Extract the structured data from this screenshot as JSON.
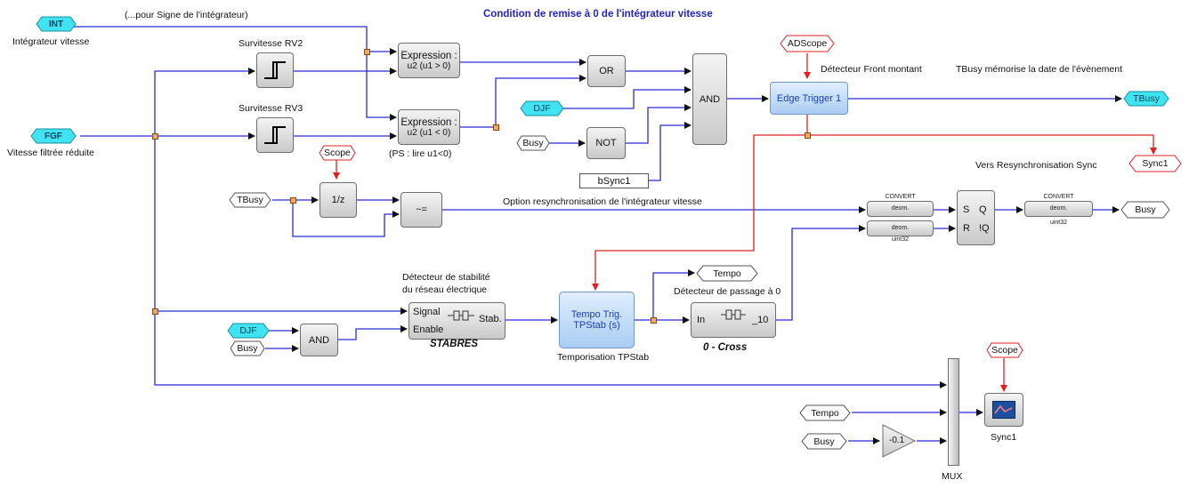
{
  "title": "Condition de remise à 0 de l'intégrateur vitesse",
  "ports": {
    "int": "INT",
    "fgf": "FGF",
    "djf1": "DJF",
    "djf2": "DJF",
    "busy1": "Busy",
    "busy2": "Busy",
    "busy3": "Busy",
    "busy_out": "Busy",
    "tbusy_in": "TBusy",
    "tbusy_out": "TBusy",
    "bsync1": "bSync1",
    "sync1_out": "Sync1",
    "tempo_out": "Tempo",
    "tempo_in": "Tempo",
    "scope1": "Scope",
    "scope2": "Scope",
    "adscope": "ADScope"
  },
  "labels": {
    "int_caption": "Intégrateur vitesse",
    "int_note": "(...pour Signe de l'intégrateur)",
    "fgf_caption": "Vitesse filtrée réduite",
    "rv2": "Survitesse RV2",
    "rv3": "Survitesse RV3",
    "ps_note": "(PS : lire u1<0)",
    "edge_caption": "Détecteur Front montant",
    "tbusy_note": "TBusy mémorise la date de l'évènement",
    "resync_note": "Vers Resynchronisation Sync",
    "option_note": "Option resynchronisation de l'intégrateur vitesse",
    "stab_caption_1": "Détecteur de stabilité",
    "stab_caption_2": "du réseau électrique",
    "stabres": "STABRES",
    "tempo_caption": "Temporisation TPStab",
    "zero_caption": "Détecteur de passage à 0",
    "zero_name": "0 - Cross",
    "mux": "MUX",
    "sync1_scope": "Sync1"
  },
  "blocks": {
    "expr1_title": "Expression :",
    "expr1_sub": "u2 (u1 > 0)",
    "expr2_title": "Expression :",
    "expr2_sub": "u2 (u1 < 0)",
    "or": "OR",
    "and_main": "AND",
    "not": "NOT",
    "edge": "Edge Trigger 1",
    "delay": "1/z",
    "neq": "~=",
    "and_small": "AND",
    "signal": "Signal",
    "enable": "Enable",
    "stab": "Stab.",
    "tempo_1": "Tempo Trig.",
    "tempo_2": "TPStab (s)",
    "zc_in": "In",
    "zc_out": "_10",
    "gain": "-0.1",
    "sr_s": "S",
    "sr_q": "Q",
    "sr_r": "R",
    "sr_nq": "!Q",
    "convert": "CONVERT",
    "conv_from": "deom.",
    "conv_to": "uint32"
  },
  "colors": {
    "wire": "#2b2bd6",
    "event": "#e02020",
    "goto": "#33e0f0",
    "title": "#2323c8"
  }
}
